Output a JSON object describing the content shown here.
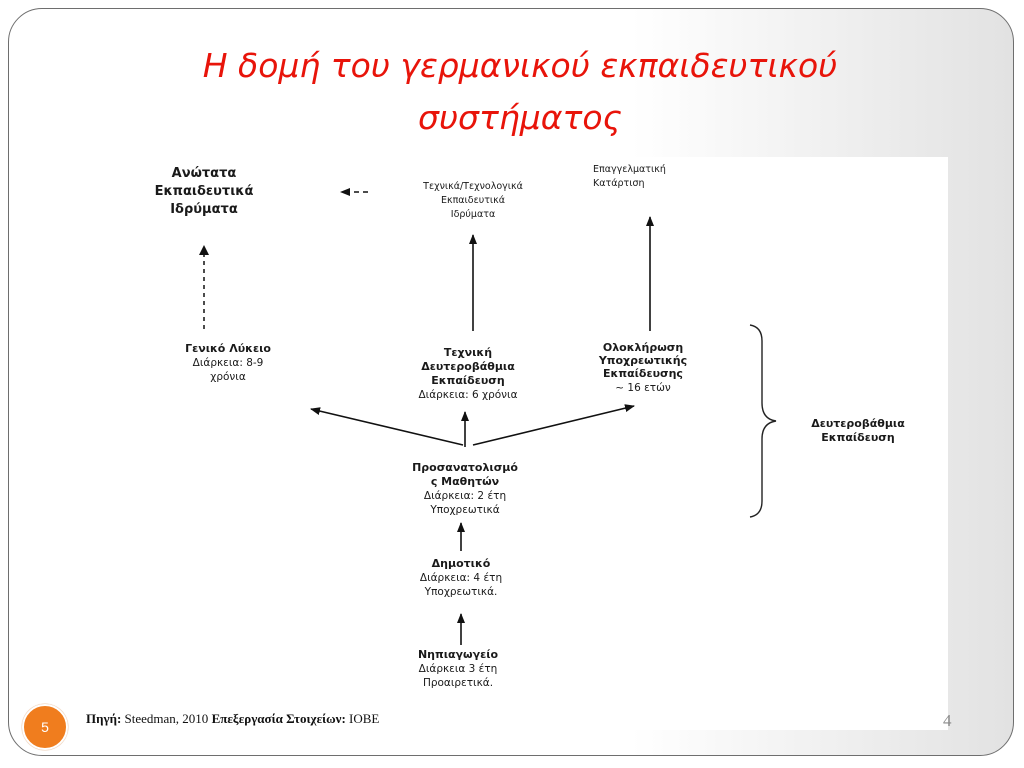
{
  "slide": {
    "title_line1": "Η δομή του γερμανικού εκπαιδευτικού",
    "title_line2": "συστήματος",
    "slide_number": "5",
    "footer_number": "4"
  },
  "diagram": {
    "higher_institutions": [
      "Ανώτατα",
      "Εκπαιδευτικά",
      "Ιδρύματα"
    ],
    "technical_institutions": [
      "Τεχνικά/Τεχνολογικά",
      "Εκπαιδευτικά",
      "Ιδρύματα"
    ],
    "vocational_training": [
      "Επαγγελματική",
      "Κατάρτιση"
    ],
    "general_lyceum": {
      "title": "Γενικό Λύκειο",
      "duration_line1": "Διάρκεια: 8-9",
      "duration_line2": "χρόνια"
    },
    "technical_secondary": {
      "title_lines": [
        "Τεχνική",
        "Δευτεροβάθμια",
        "Εκπαίδευση"
      ],
      "duration": "Διάρκεια: 6 χρόνια"
    },
    "compulsory_completion": {
      "title_lines": [
        "Ολοκλήρωση",
        "Υποχρεωτικής",
        "Εκπαίδευσης"
      ],
      "age": "~ 16 ετών"
    },
    "secondary_education_label": [
      "Δευτεροβάθμια",
      "Εκπαίδευση"
    ],
    "orientation": {
      "title_lines": [
        "Προσανατολισμό",
        "ς Μαθητών"
      ],
      "duration": "Διάρκεια: 2 έτη",
      "status": "Υποχρεωτικά"
    },
    "primary": {
      "title": "Δημοτικό",
      "duration": "Διάρκεια: 4 έτη",
      "status": "Υποχρεωτικά."
    },
    "kindergarten": {
      "title": "Νηπιαγωγείο",
      "duration": "Διάρκεια 3 έτη",
      "status": "Προαιρετικά."
    },
    "source": {
      "label": "Πηγή:",
      "text": " Steedman, 2010 ",
      "processing_label": "Επεξεργασία Στοιχείων:",
      "processing_value": " IOBE"
    }
  }
}
